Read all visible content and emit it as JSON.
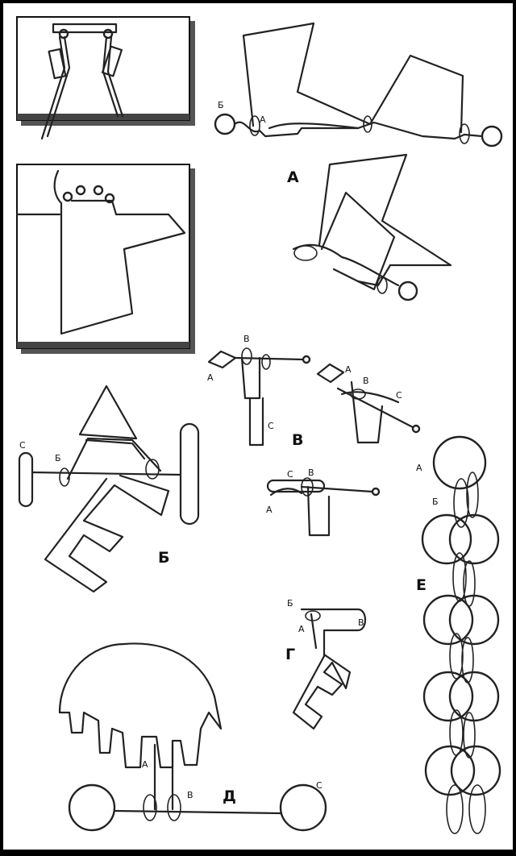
{
  "figure": {
    "letters": {
      "a": "А",
      "b": "Б",
      "v": "В",
      "g": "Г",
      "d": "Д",
      "e": "Е",
      "c": "С"
    },
    "puzzles": [
      "А",
      "Б",
      "В",
      "Г",
      "Д",
      "Е"
    ]
  }
}
